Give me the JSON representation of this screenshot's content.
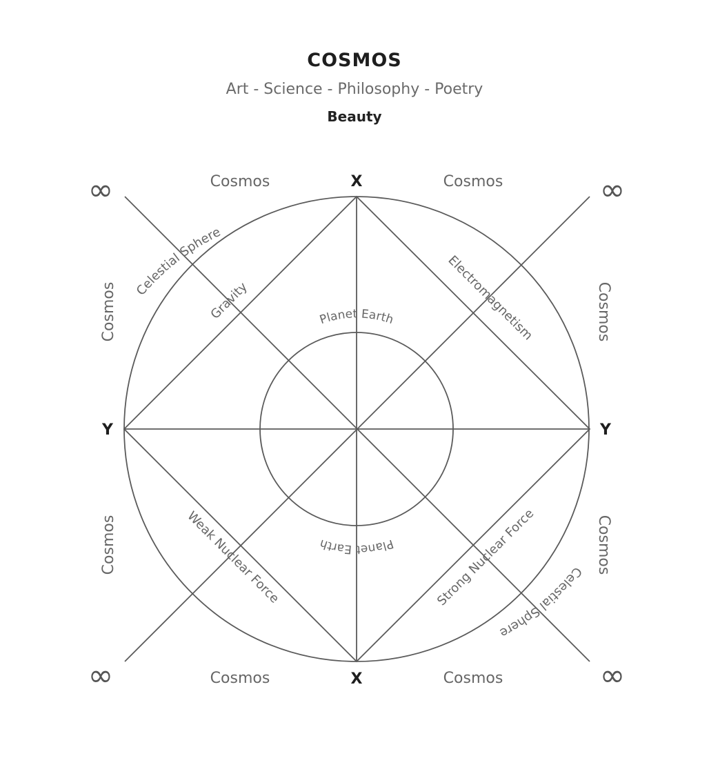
{
  "header": {
    "title": "COSMOS",
    "subtitle": "Art - Science - Philosophy - Poetry",
    "theme": "Beauty"
  },
  "diagram": {
    "outer_circle_label": "Celestial Sphere",
    "inner_circle_label": "Planet Earth",
    "axis_labels": {
      "vertical": "X",
      "horizontal": "Y"
    },
    "infinity_symbol": "∞",
    "outside_label": "Cosmos",
    "forces": {
      "top_left": "Gravity",
      "top_right": "Electromagnetism",
      "bottom_left": "Weak Nuclear Force",
      "bottom_right": "Strong Nuclear Force"
    },
    "colors": {
      "line": "#5a5a5a",
      "text": "#666666",
      "heading": "#1e1e1e"
    }
  }
}
